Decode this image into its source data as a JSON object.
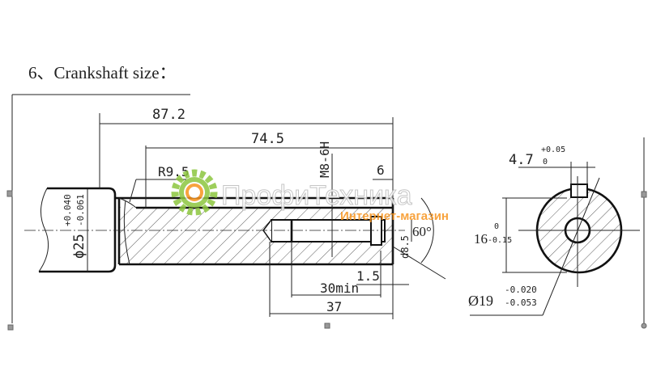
{
  "title": "6、Crankshaft size：",
  "dimensions": {
    "overall_length": "87.2",
    "shaft_length": "74.5",
    "fillet_radius": "R9.5",
    "thread": "M8-6H",
    "thread_offset": "6",
    "hole_diameter": "d8.5",
    "countersink_angle": "60°",
    "chamfer": "1.5",
    "thread_depth": "30min",
    "hole_depth": "37",
    "collar_diameter": "ϕ25",
    "collar_tol_upper": "+0.040",
    "collar_tol_lower": "-0.061",
    "key_width": "4.7",
    "key_tol_upper": "+0.05",
    "key_tol_lower": "0",
    "key_height": "16",
    "height_tol_upper": "0",
    "height_tol_lower": "-0.15",
    "shaft_diameter": "Ø19",
    "shaft_tol_upper": "-0.020",
    "shaft_tol_lower": "-0.053"
  },
  "watermark": {
    "brand": "ПрофиТехника",
    "subtitle": "Интернет-магазин",
    "gear_color": "#8dc63f",
    "accent_color": "#f7941d"
  }
}
